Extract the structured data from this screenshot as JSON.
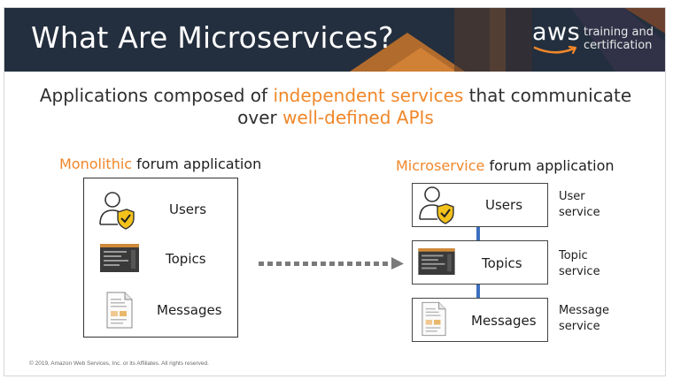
{
  "header": {
    "title": "What Are Microservices?",
    "logo_word": "aws",
    "logo_line1": "training and",
    "logo_line2": "certification"
  },
  "subtitle": {
    "line1_a": "Applications composed of ",
    "line1_hl": "independent services",
    "line1_b": " that communicate",
    "line2_a": "over ",
    "line2_hl": "well-defined APIs"
  },
  "monolithic": {
    "label_hl": "Monolithic",
    "label_rest": " forum application",
    "rows": [
      {
        "label": "Users",
        "icon": "user-shield-icon"
      },
      {
        "label": "Topics",
        "icon": "terminal-window-icon"
      },
      {
        "label": "Messages",
        "icon": "document-icon"
      }
    ]
  },
  "microservice": {
    "label_hl": "Microservice",
    "label_rest": " forum application",
    "rows": [
      {
        "label": "Users",
        "service_line1": "User",
        "service_line2": "service",
        "icon": "user-shield-icon"
      },
      {
        "label": "Topics",
        "service_line1": "Topic",
        "service_line2": "service",
        "icon": "terminal-window-icon"
      },
      {
        "label": "Messages",
        "service_line1": "Message",
        "service_line2": "service",
        "icon": "document-icon"
      }
    ]
  },
  "footer": "© 2019, Amazon Web Services, Inc. or its Affiliates. All rights reserved.",
  "colors": {
    "header_bg": "#232f3e",
    "accent_orange": "#f0872a",
    "connector_blue": "#3b6fbe",
    "arrow_gray": "#7a7a7a"
  }
}
